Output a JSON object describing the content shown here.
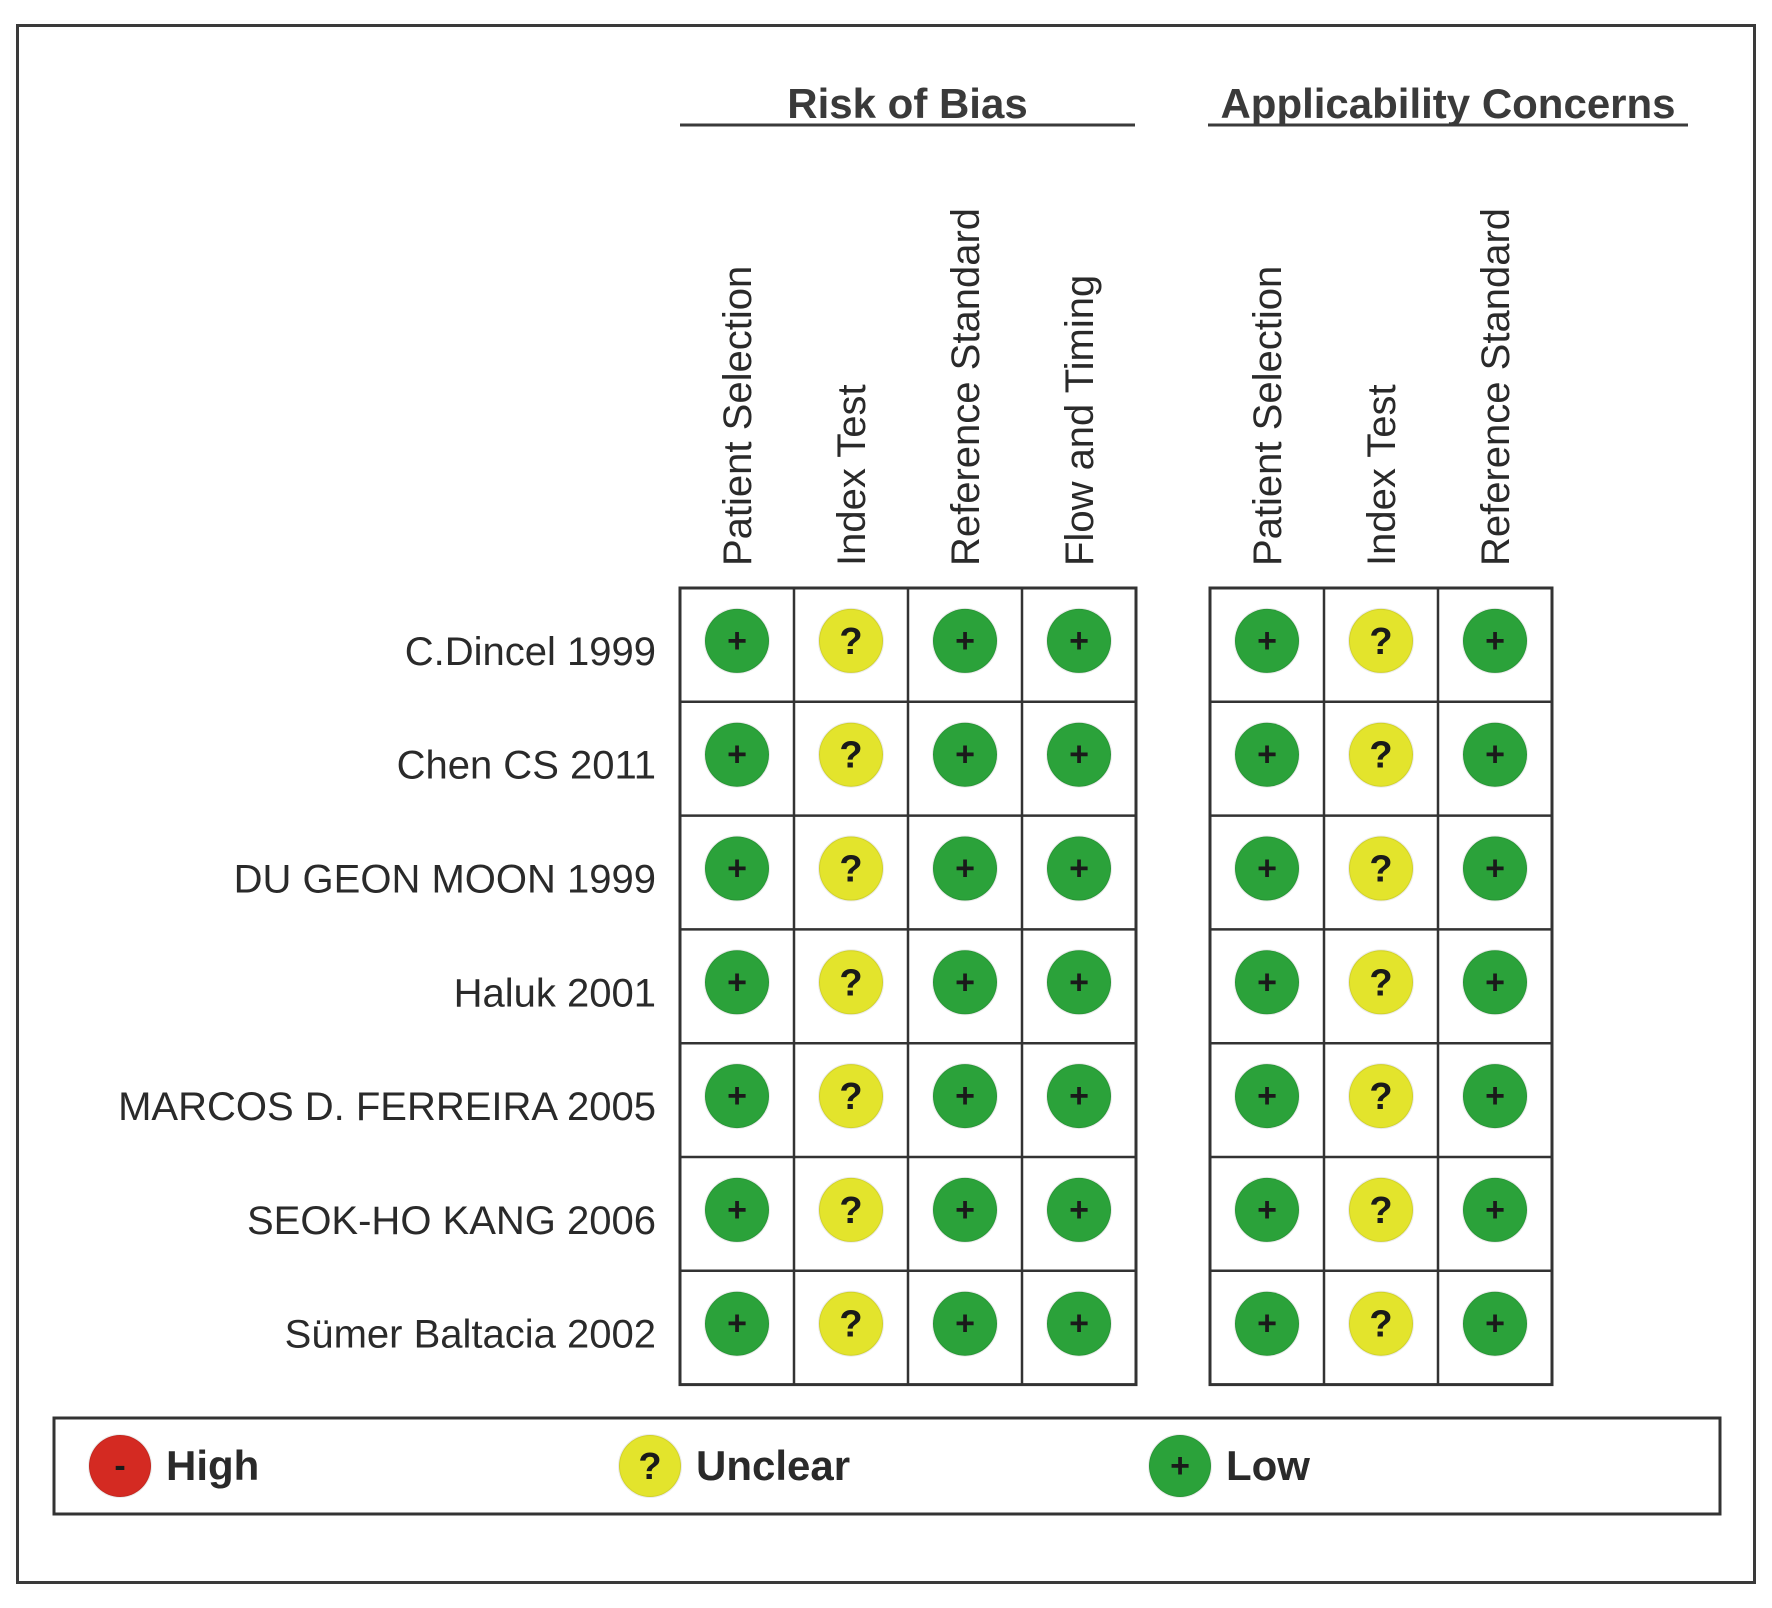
{
  "chart_data": {
    "type": "table",
    "groups": [
      {
        "title": "Risk of Bias",
        "columns": [
          "Patient Selection",
          "Index Test",
          "Reference Standard",
          "Flow and Timing"
        ]
      },
      {
        "title": "Applicability Concerns",
        "columns": [
          "Patient Selection",
          "Index Test",
          "Reference Standard"
        ]
      }
    ],
    "studies": [
      "C.Dincel 1999",
      "Chen CS 2011",
      "DU GEON MOON 1999",
      "Haluk 2001",
      "MARCOS D. FERREIRA 2005",
      "SEOK-HO KANG 2006",
      "Sümer Baltacia 2002"
    ],
    "ratings": [
      [
        "low",
        "unclear",
        "low",
        "low",
        "low",
        "unclear",
        "low"
      ],
      [
        "low",
        "unclear",
        "low",
        "low",
        "low",
        "unclear",
        "low"
      ],
      [
        "low",
        "unclear",
        "low",
        "low",
        "low",
        "unclear",
        "low"
      ],
      [
        "low",
        "unclear",
        "low",
        "low",
        "low",
        "unclear",
        "low"
      ],
      [
        "low",
        "unclear",
        "low",
        "low",
        "low",
        "unclear",
        "low"
      ],
      [
        "low",
        "unclear",
        "low",
        "low",
        "low",
        "unclear",
        "low"
      ],
      [
        "low",
        "unclear",
        "low",
        "low",
        "low",
        "unclear",
        "low"
      ]
    ],
    "legend": [
      {
        "key": "high",
        "label": "High",
        "symbol": "-",
        "color": "#d42a22"
      },
      {
        "key": "unclear",
        "label": "Unclear",
        "symbol": "?",
        "color": "#e3e42c"
      },
      {
        "key": "low",
        "label": "Low",
        "symbol": "+",
        "color": "#2ba23a"
      }
    ]
  }
}
